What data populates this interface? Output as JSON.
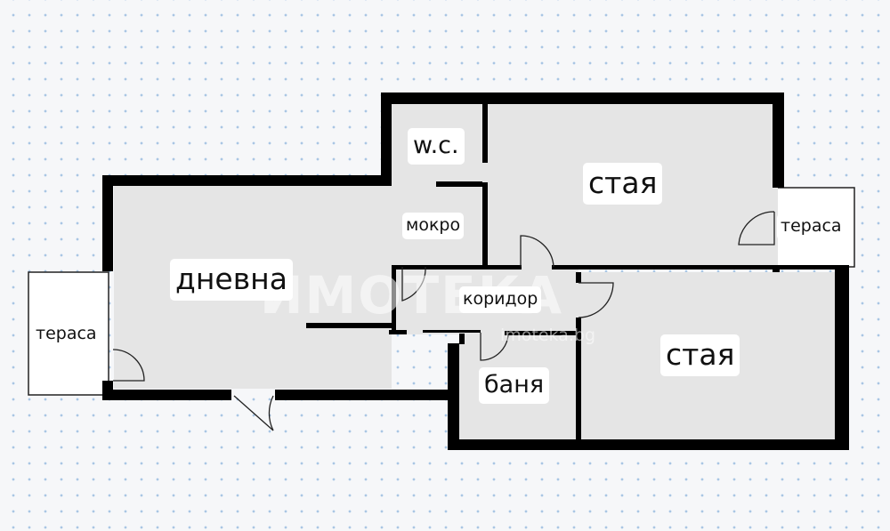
{
  "plan": {
    "rooms": {
      "living_room": "дневна",
      "room_top": "стая",
      "room_bottom": "стая",
      "wc": "w.c.",
      "wet_area": "мокро",
      "corridor": "коридор",
      "bathroom": "баня",
      "terrace_left": "тераса",
      "terrace_right": "тераса"
    },
    "watermark": {
      "logo": "ИМОТЕКА",
      "site": "imoteka.bg"
    }
  },
  "colors": {
    "wall": "#000000",
    "floor": "#e5e5e5",
    "terrace": "#ffffff",
    "background": "#f6f7f9",
    "grid_dot": "#a9c6e4"
  }
}
